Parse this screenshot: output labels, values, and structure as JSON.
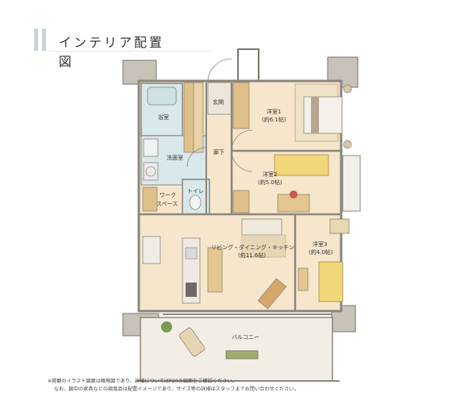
{
  "header": {
    "title": "インテリア配置図"
  },
  "rooms": {
    "genkan": "玄関",
    "bath": "浴室",
    "washroom": "洗面室",
    "hallway": "廊下",
    "toilet": "トイレ",
    "workspace_1": "ワーク",
    "workspace_2": "スペース",
    "bedroom1_name": "洋室1",
    "bedroom1_size": "(約6.1帖)",
    "bedroom2_name": "洋室2",
    "bedroom2_size": "(約5.0帖)",
    "bedroom3_name": "洋室3",
    "bedroom3_size": "(約4.0帖)",
    "ldk_name": "リビング・ダイニング・キッチン",
    "ldk_size": "(約11.6帖)",
    "balcony": "バルコニー"
  },
  "notes": [
    "※掲載のイラスト図面は概略図であり、詳細についてはP20の図面をご確認ください。",
    "なお、図中の家具などの調度品は配置イメージであり、サイズ等の詳細はスタッフまでお問い合わせください。"
  ],
  "colors": {
    "wall": "#c8c2b8",
    "floor": "#f6e7cc",
    "wet": "#d9e8ea",
    "balcony": "#f2eee6",
    "wood": "#e0c089"
  }
}
